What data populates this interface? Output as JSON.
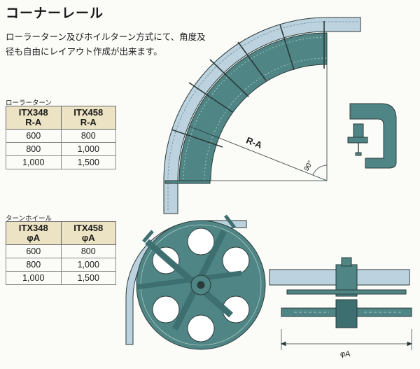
{
  "page_title": "コーナーレール",
  "description": {
    "line1": "ローラーターン及びホイルターン方式にて、角度及",
    "line2": "径も自由にレイアウト作成が出来ます。"
  },
  "roller_turn": {
    "caption": "ローラーターン",
    "headers": [
      [
        "ITX348",
        "R-A"
      ],
      [
        "ITX458",
        "R-A"
      ]
    ],
    "rows": [
      [
        "600",
        "800"
      ],
      [
        "800",
        "1,000"
      ],
      [
        "1,000",
        "1,500"
      ]
    ]
  },
  "wheel_turn": {
    "caption": "ターンホイール",
    "headers": [
      [
        "ITX348",
        "φA"
      ],
      [
        "ITX458",
        "φA"
      ]
    ],
    "rows": [
      [
        "600",
        "800"
      ],
      [
        "800",
        "1,000"
      ],
      [
        "1,000",
        "1,500"
      ]
    ]
  },
  "figure": {
    "radius_label": "R-A",
    "angle_label": "90°",
    "diameter_label": "φA"
  },
  "colors": {
    "rail": "#bcd3df",
    "plate": "#4f8585",
    "outline": "#2b3a3a"
  }
}
